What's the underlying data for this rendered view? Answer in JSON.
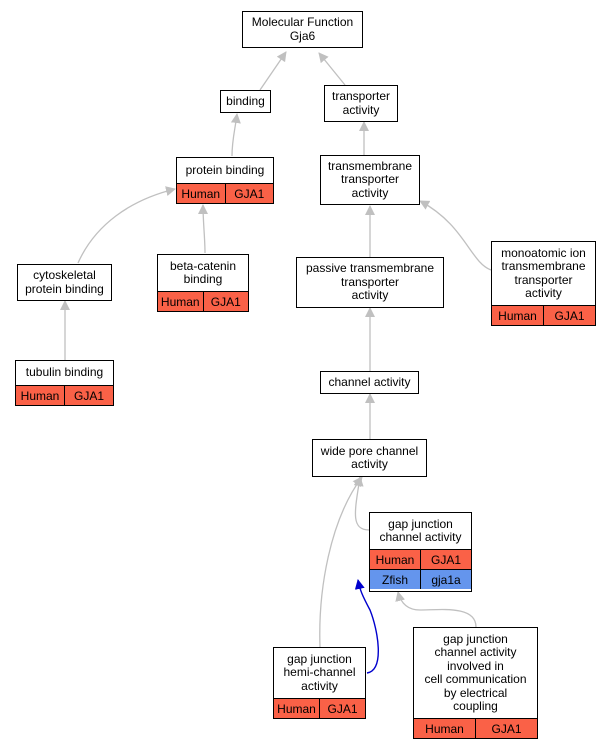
{
  "colors": {
    "human": "#fa6147",
    "zfish": "#6495ed",
    "edge": "#c0c0c0",
    "edge_highlight": "#0000cd"
  },
  "nodes": {
    "root": {
      "lines": [
        "Molecular Function",
        "Gja6"
      ]
    },
    "binding": {
      "lines": [
        "binding"
      ]
    },
    "transporter": {
      "lines": [
        "transporter",
        "activity"
      ]
    },
    "protein_binding": {
      "lines": [
        "protein binding"
      ],
      "annotations": [
        [
          "Human",
          "GJA1"
        ]
      ]
    },
    "transmembrane": {
      "lines": [
        "transmembrane",
        "transporter",
        "activity"
      ]
    },
    "cytoskeletal": {
      "lines": [
        "cytoskeletal",
        "protein binding"
      ]
    },
    "beta_catenin": {
      "lines": [
        "beta-catenin",
        "binding"
      ],
      "annotations": [
        [
          "Human",
          "GJA1"
        ]
      ]
    },
    "passive": {
      "lines": [
        "passive transmembrane",
        "transporter",
        "activity"
      ]
    },
    "monoatomic": {
      "lines": [
        "monoatomic ion",
        "transmembrane",
        "transporter",
        "activity"
      ],
      "annotations": [
        [
          "Human",
          "GJA1"
        ]
      ]
    },
    "tubulin": {
      "lines": [
        "tubulin binding"
      ],
      "annotations": [
        [
          "Human",
          "GJA1"
        ]
      ]
    },
    "channel": {
      "lines": [
        "channel activity"
      ]
    },
    "wide_pore": {
      "lines": [
        "wide pore channel",
        "activity"
      ]
    },
    "gap_channel": {
      "lines": [
        "gap junction",
        "channel activity"
      ],
      "annotations": [
        [
          "Human",
          "GJA1"
        ],
        [
          "Zfish",
          "gja1a"
        ]
      ]
    },
    "hemi": {
      "lines": [
        "gap junction",
        "hemi-channel",
        "activity"
      ],
      "annotations": [
        [
          "Human",
          "GJA1"
        ]
      ]
    },
    "electrical": {
      "lines": [
        "gap junction",
        "channel activity",
        "involved in",
        "cell communication",
        "by electrical",
        "coupling"
      ],
      "annotations": [
        [
          "Human",
          "GJA1"
        ]
      ]
    }
  }
}
